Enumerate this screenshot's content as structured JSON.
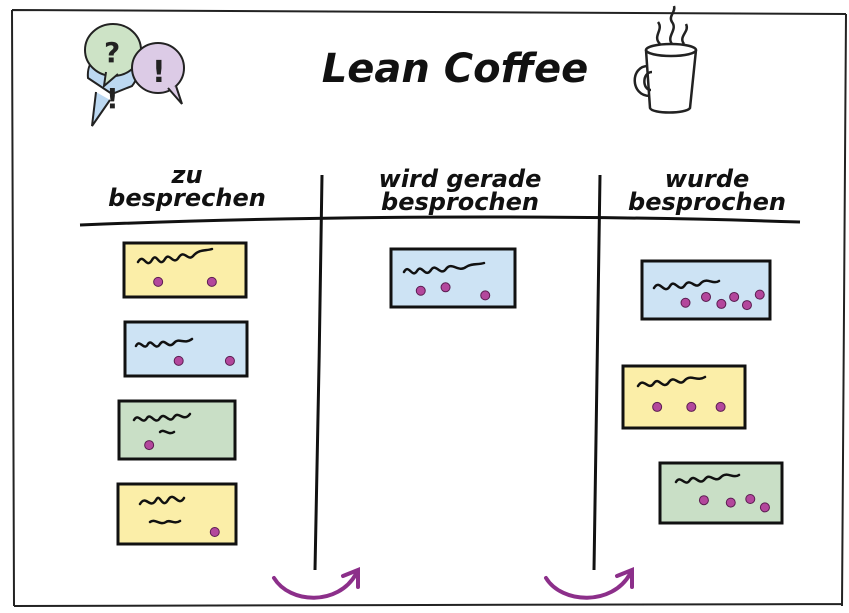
{
  "title": "Lean Coffee",
  "columns": [
    {
      "line1": "zu",
      "line2": "besprechen"
    },
    {
      "line1": "wird gerade",
      "line2": "besprochen"
    },
    {
      "line1": "wurde",
      "line2": "besprochen"
    }
  ],
  "colors": {
    "yellow": "#fbeea8",
    "blue": "#cde3f4",
    "green": "#c9dfc6",
    "dot": "#b3479c",
    "arrow": "#8c2f8a",
    "ink": "#111111",
    "bubble_green": "#cde3c6",
    "bubble_blue": "#bcd8f1",
    "bubble_purple": "#dccbe6"
  },
  "icons": [
    "speech-bubbles-icon",
    "coffee-mug-icon",
    "curved-arrow-icon"
  ],
  "cards": [
    {
      "column": 0,
      "color": "yellow",
      "votes": 2
    },
    {
      "column": 0,
      "color": "blue",
      "votes": 2
    },
    {
      "column": 0,
      "color": "green",
      "votes": 1
    },
    {
      "column": 0,
      "color": "yellow",
      "votes": 1
    },
    {
      "column": 1,
      "color": "blue",
      "votes": 3
    },
    {
      "column": 2,
      "color": "blue",
      "votes": 6
    },
    {
      "column": 2,
      "color": "yellow",
      "votes": 3
    },
    {
      "column": 2,
      "color": "green",
      "votes": 4
    }
  ]
}
